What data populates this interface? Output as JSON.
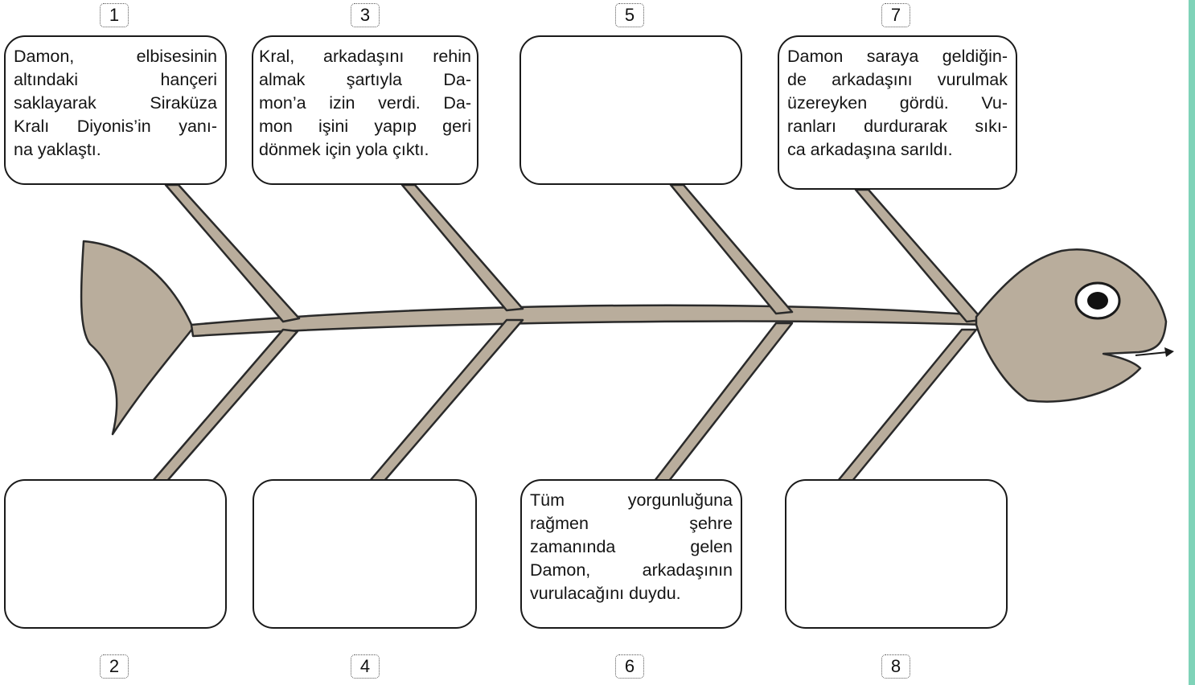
{
  "numbers": [
    "1",
    "2",
    "3",
    "4",
    "5",
    "6",
    "7",
    "8"
  ],
  "boxes": {
    "box1": {
      "lines": [
        "Damon, elbisesinin",
        "altındaki hançeri",
        "saklayarak Siraküza",
        "Kralı Diyonis’in yanı-",
        "na yaklaştı."
      ]
    },
    "box3": {
      "lines": [
        "Kral, arkadaşını rehin",
        "almak şartıyla Da-",
        "mon’a izin verdi. Da-",
        "mon işini yapıp geri",
        "dönmek için yola çıktı."
      ]
    },
    "box5": {
      "lines": []
    },
    "box7": {
      "lines": [
        "Damon saraya geldiğin-",
        "de arkadaşını vurulmak",
        "üzereyken gördü. Vu-",
        "ranları durdurarak sıkı-",
        "ca arkadaşına sarıldı."
      ]
    },
    "box2": {
      "lines": []
    },
    "box4": {
      "lines": []
    },
    "box6": {
      "lines": [
        "Tüm yorgunluğuna",
        "rağmen şehre",
        "zamanında gelen",
        "Damon, arkadaşının",
        "vurulacağını duydu."
      ]
    },
    "box8": {
      "lines": []
    }
  },
  "colors": {
    "bone": "#b9ad9c",
    "bone_outline": "#2a2a2a",
    "box_border": "#1a1a1a",
    "accent_bar": "#7fd3b8"
  }
}
